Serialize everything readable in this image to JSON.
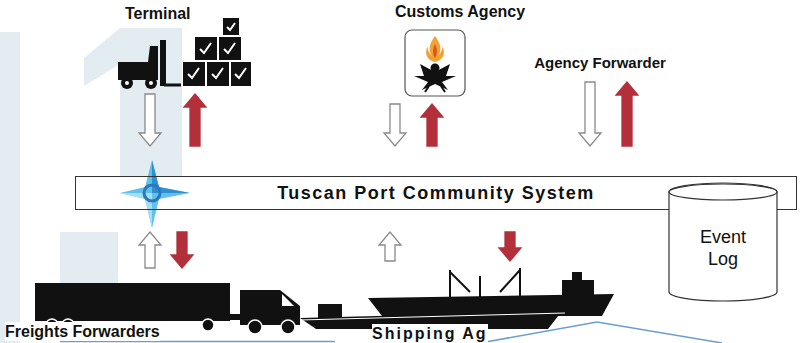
{
  "diagram": {
    "nodes": [
      {
        "text": [
          "Terminal"
        ]
      },
      {
        "text": [
          "Customs Agency"
        ]
      },
      {
        "text": [
          "Agency Forwarder"
        ]
      },
      {
        "text": [
          "Tuscan Port Community System"
        ]
      },
      {
        "text": [
          "Event Log"
        ]
      },
      {
        "text": [
          "Freights Forwarders"
        ]
      },
      {
        "text": [
          "Shipping Ag"
        ]
      }
    ],
    "edges": [
      {
        "from": 0,
        "to": 3,
        "arrow": "to"
      },
      {
        "from": 3,
        "to": 0,
        "arrow": "to"
      },
      {
        "from": 1,
        "to": 3,
        "arrow": "to"
      },
      {
        "from": 3,
        "to": 1,
        "arrow": "to"
      },
      {
        "from": 2,
        "to": 3,
        "arrow": "to"
      },
      {
        "from": 3,
        "to": 2,
        "arrow": "to"
      },
      {
        "from": 5,
        "to": 3,
        "arrow": "to"
      },
      {
        "from": 3,
        "to": 5,
        "arrow": "to"
      },
      {
        "from": 6,
        "to": 3,
        "arrow": "to"
      },
      {
        "from": 3,
        "to": 6,
        "arrow": "to"
      }
    ]
  }
}
